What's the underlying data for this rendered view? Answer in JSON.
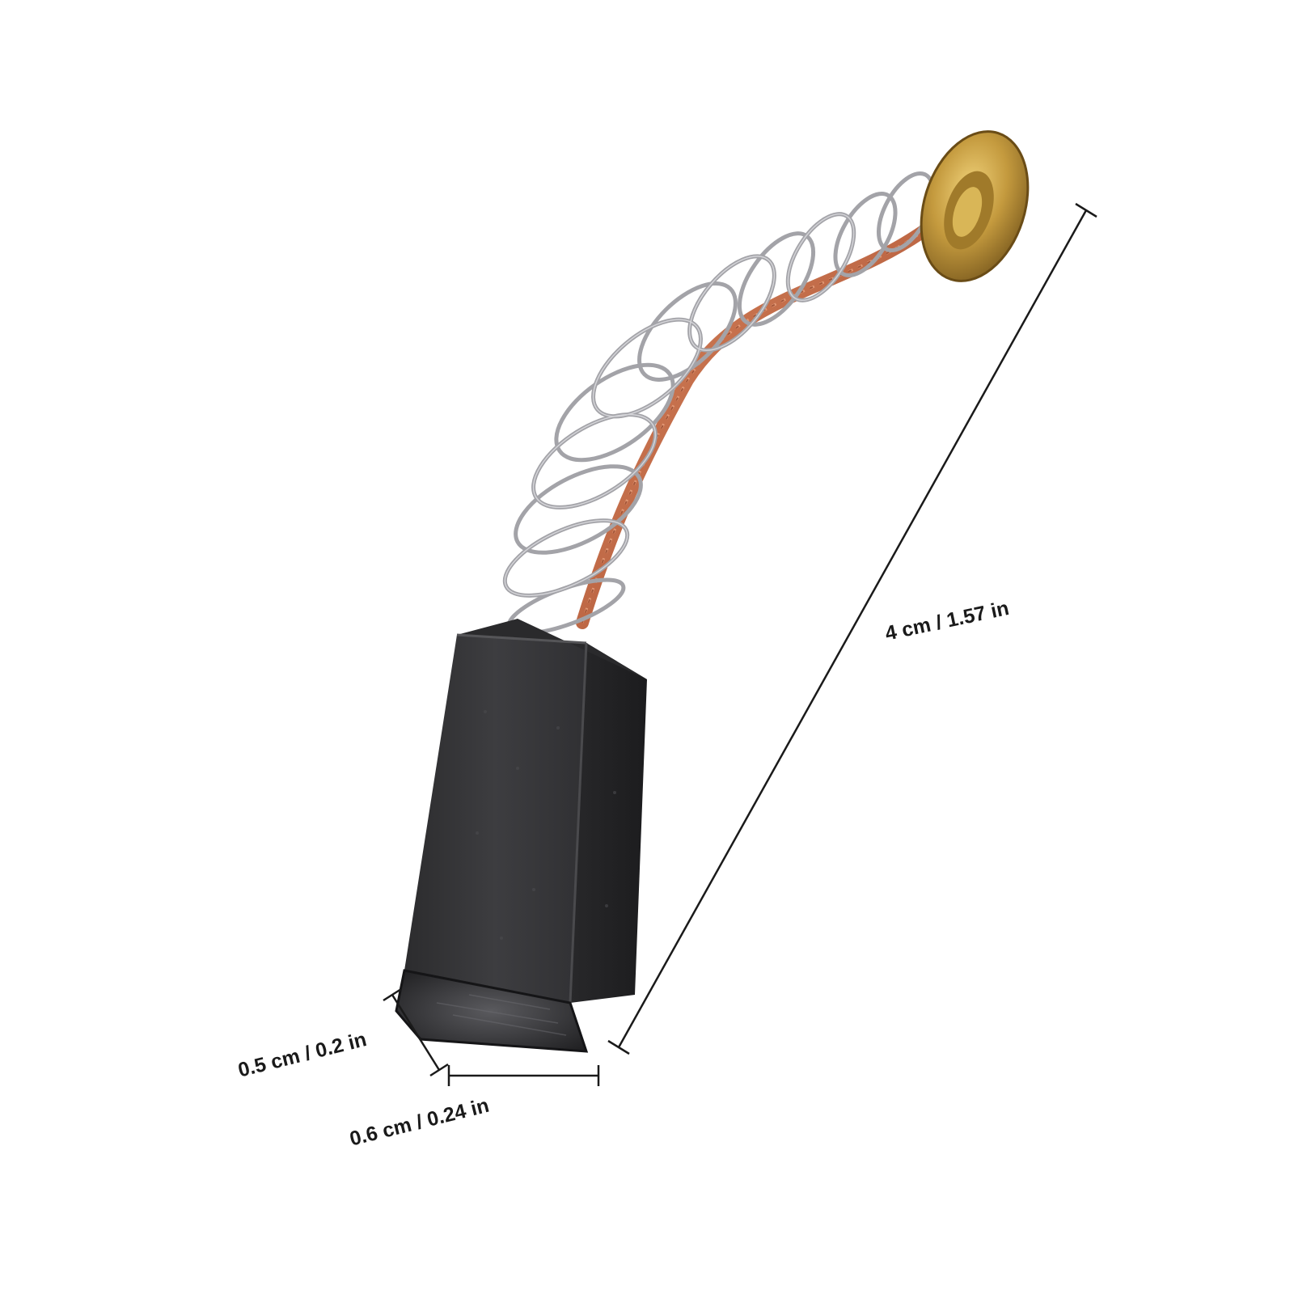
{
  "product": {
    "parts": {
      "brush_block": "carbon-brush-block",
      "spring": "spring-coil",
      "lead_wire": "copper-braided-lead",
      "terminal": "brass-terminal-cap"
    },
    "colors": {
      "carbon": "#3a3a3c",
      "carbon_dark": "#1f1f21",
      "spring": "#9a9a9e",
      "copper": "#c0643f",
      "brass": "#b8923a",
      "dimension_line": "#1a1a1a"
    }
  },
  "dimensions": {
    "length": "4 cm / 1.57 in",
    "thickness": "0.5 cm / 0.2 in",
    "width": "0.6 cm / 0.24 in"
  }
}
